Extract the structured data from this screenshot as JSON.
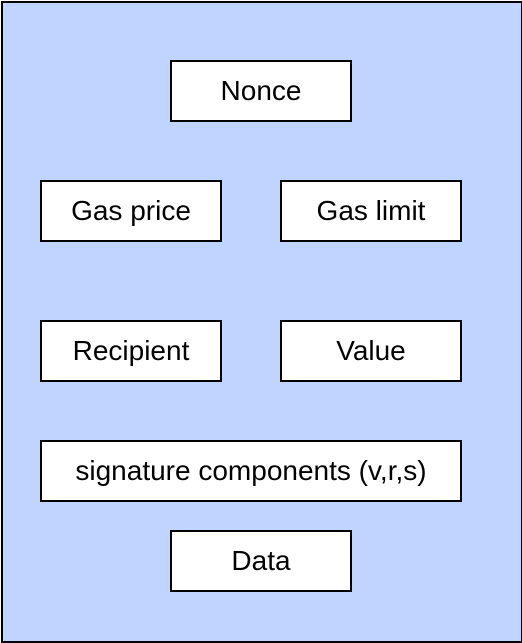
{
  "colors": {
    "container_fill": "#bfd4fe",
    "box_fill": "#ffffff",
    "stroke": "#000000"
  },
  "transaction": {
    "fields": {
      "nonce": "Nonce",
      "gas_price": "Gas price",
      "gas_limit": "Gas limit",
      "recipient": "Recipient",
      "value": "Value",
      "signature": "signature components (v,r,s)",
      "data": "Data"
    }
  }
}
